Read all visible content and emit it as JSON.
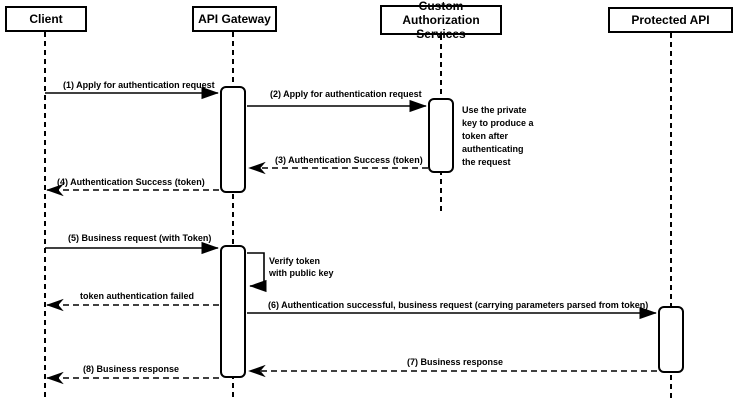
{
  "diagram": {
    "type": "sequence-diagram",
    "participants": {
      "client": "Client",
      "api_gateway": "API Gateway",
      "custom_auth": "Custom Authorization Services",
      "protected_api": "Protected API"
    },
    "messages": {
      "m1": "(1) Apply for authentication request",
      "m2": "(2) Apply for authentication request",
      "m3": "(3) Authentication Success (token)",
      "m4": "(4) Authentication Success (token)",
      "m5": "(5) Business request (with Token)",
      "verify_self": "Verify token\nwith public key",
      "token_failed": "token authentication failed",
      "m6": "(6) Authentication successful, business request (carrying parameters parsed from token)",
      "m7": "(7) Business response",
      "m8": "(8) Business response"
    },
    "note": "Use the private\nkey to produce a\ntoken after\nauthenticating\nthe request",
    "colors": {
      "stroke": "#000000",
      "background": "#ffffff"
    }
  }
}
